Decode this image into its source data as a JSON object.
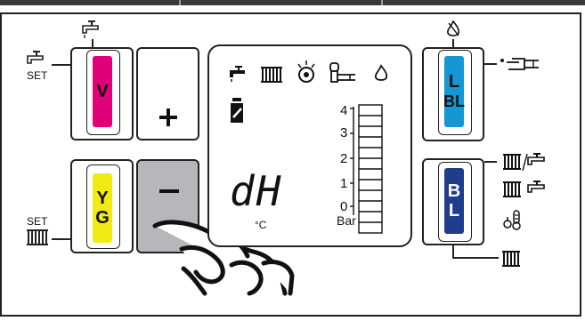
{
  "panel": {
    "left_buttons": {
      "top_left": {
        "label": "V",
        "color": "#e0007a"
      },
      "top_right": {
        "label": "+"
      },
      "bottom_left": {
        "label_line1": "Y",
        "label_line2": "G",
        "color": "#f2ea14"
      },
      "bottom_right": {
        "label": "−",
        "state": "pressed"
      }
    },
    "right_buttons": {
      "top": {
        "label_line1": "L",
        "label_line2": "BL",
        "color": "#1497d4"
      },
      "bottom": {
        "label_line1": "B",
        "label_line2": "L",
        "color": "#1f3d8c"
      }
    },
    "left_labels": {
      "set_top": "SET",
      "set_bottom": "SET"
    },
    "display": {
      "code": "dH",
      "unit": "°C",
      "pressure_unit": "Bar",
      "scale": [
        "4",
        "3",
        "2",
        "1",
        "0"
      ]
    },
    "icons": [
      "tap-icon",
      "radiator-icon",
      "burner-icon",
      "chimney-icon",
      "flame-icon",
      "bottle-icon",
      "pointing-hand-icon",
      "radiator-tap-icon",
      "thermometer-icon"
    ]
  }
}
